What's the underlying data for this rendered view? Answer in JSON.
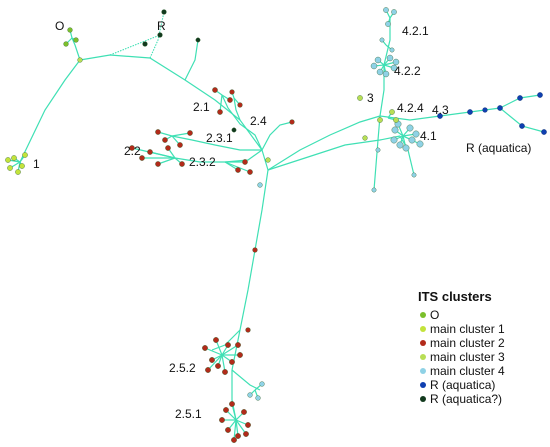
{
  "colors": {
    "edge": "#3fe0b4",
    "O": "#7bbf2b",
    "main_cluster_1": "#c3e33b",
    "main_cluster_2": "#b22a1a",
    "main_cluster_3": "#b8de55",
    "main_cluster_4": "#8fd2e6",
    "R_aquatica": "#0f3fb0",
    "R_aquatica_q": "#123a1e"
  },
  "labels": {
    "O": "O",
    "R": "R",
    "c1": "1",
    "c3": "3",
    "c421": "4.2.1",
    "c422": "4.2.2",
    "c424": "4.2.4",
    "c43": "4.3",
    "c41": "4.1",
    "raq": "R (aquatica)",
    "c21": "2.1",
    "c24": "2.4",
    "c231": "2.3.1",
    "c22": "2.2",
    "c232": "2.3.2",
    "c252": "2.5.2",
    "c251": "2.5.1"
  },
  "legend": {
    "title": "ITS clusters",
    "items": [
      {
        "label": "O",
        "color": "#7bbf2b"
      },
      {
        "label": "main cluster 1",
        "color": "#c3e33b"
      },
      {
        "label": "main cluster 2",
        "color": "#b22a1a"
      },
      {
        "label": "main cluster 3",
        "color": "#b8de55"
      },
      {
        "label": "main cluster 4",
        "color": "#8fd2e6"
      },
      {
        "label": "R (aquatica)",
        "color": "#0f3fb0"
      },
      {
        "label": "R (aquatica?)",
        "color": "#123a1e"
      }
    ]
  }
}
